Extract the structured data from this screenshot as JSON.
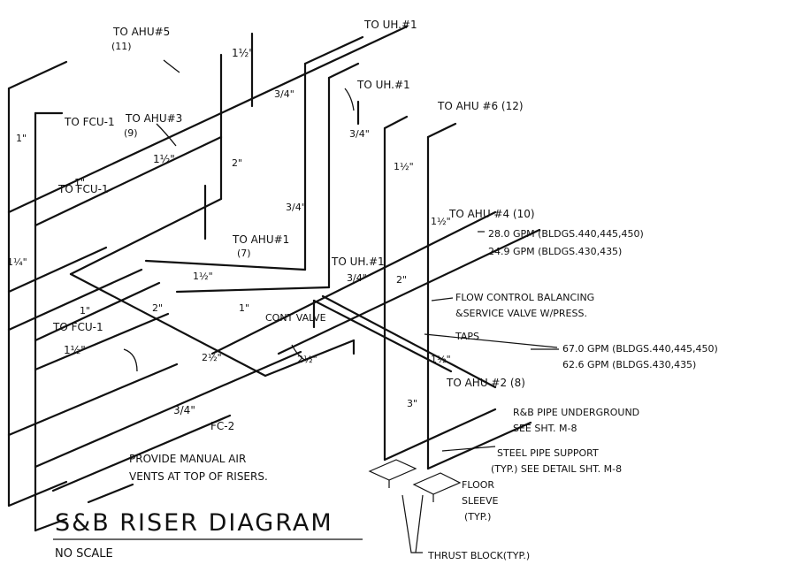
{
  "diagram": {
    "title": "S&B RISER DIAGRAM",
    "subtitle": "NO SCALE",
    "destinations": {
      "ahu5": "TO AHU#5",
      "ahu5_num": "(11)",
      "uh1_top": "TO UH.#1",
      "uh1_mid": "TO UH.#1",
      "ahu6": "TO AHU #6 (12)",
      "fcu1_a": "TO FCU-1",
      "ahu3": "TO AHU#3",
      "ahu3_num": "(9)",
      "fcu1_b": "TO FCU-1",
      "ahu1": "TO AHU#1",
      "ahu1_num": "(7)",
      "uh1_low": "TO UH.#1",
      "ahu4": "TO AHU #4 (10)",
      "fcu1_c": "TO FCU-1",
      "ahu2": "TO AHU #2 (8)",
      "fc2": "FC-2"
    },
    "sizes": {
      "s_1h_top": "1½\"",
      "s_3q_a": "3/4\"",
      "s_3q_b": "3/4\"",
      "s_1_left": "1\"",
      "s_1h_ahu3": "1½\"",
      "s_2_a": "2\"",
      "s_1_fcu": "1\"",
      "s_1h_ahu6": "1½\"",
      "s_1q_left": "1¼\"",
      "s_3q_c": "3/4\"",
      "s_1h_ahu1": "1½\"",
      "s_1h_ahu4": "1½\"",
      "s_3q_uh": "3/4\"",
      "s_2_b": "2\"",
      "s_1_b": "1\"",
      "s_1_fcu2": "1\"",
      "s_2_c": "2\"",
      "s_1_ctl": "1\"",
      "s_1h_fcu": "1½\"",
      "s_2h_a": "2½\"",
      "s_2h_b": "2½\"",
      "s_1h_ahu2": "1½\"",
      "s_3q_fc2": "3/4\"",
      "s_3": "3\""
    },
    "cont_valve": "CONT VALVE",
    "flow_note_a_1": "28.0 GPM (BLDGS.440,445,450)",
    "flow_note_a_2": "24.9 GPM (BLDGS.430,435)",
    "valve_note_1": "FLOW CONTROL BALANCING",
    "valve_note_2": "&SERVICE VALVE W/PRESS.",
    "valve_note_3": "TAPS",
    "flow_note_b_1": "67.0 GPM (BLDGS.440,445,450)",
    "flow_note_b_2": "62.6 GPM (BLDGS.430,435)",
    "underground_1": "R&B PIPE UNDERGROUND",
    "underground_2": "SEE SHT. M-8",
    "support_1": "STEEL PIPE SUPPORT",
    "support_2": "(TYP.) SEE DETAIL SHT. M-8",
    "floor_sleeve_1": "FLOOR",
    "floor_sleeve_2": "SLEEVE",
    "floor_sleeve_3": "(TYP.)",
    "vents_note_1": "PROVIDE MANUAL AIR",
    "vents_note_2": "VENTS AT TOP OF RISERS.",
    "thrust_block": "THRUST BLOCK(TYP.)"
  }
}
